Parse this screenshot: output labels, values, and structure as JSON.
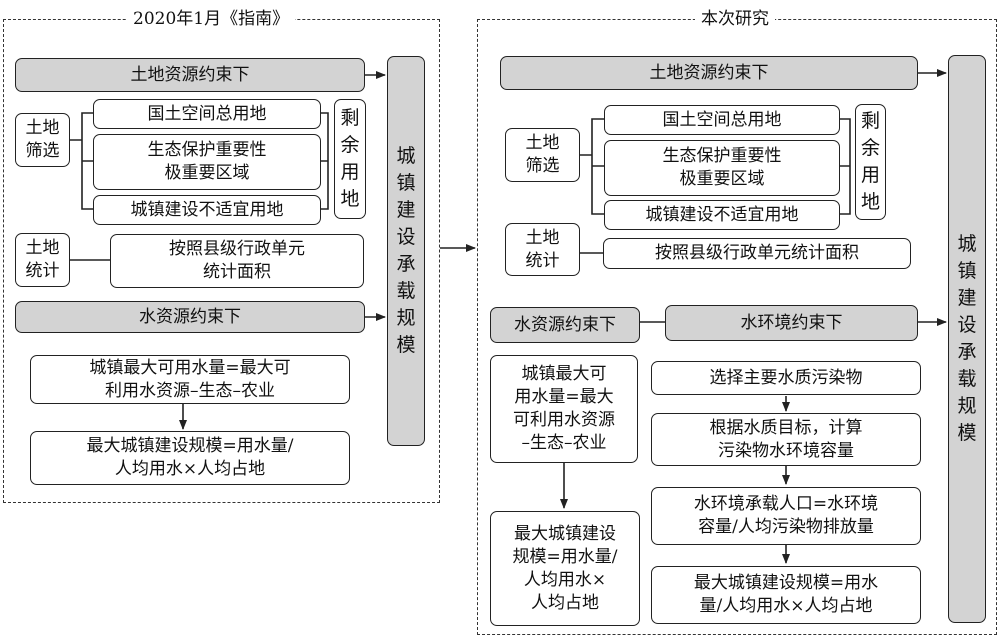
{
  "left_panel": {
    "title": "2020年1月《指南》",
    "land_constraint": "土地资源约束下",
    "land_screen": "土地\n筛选",
    "land_total": "国土空间总用地",
    "eco_area": "生态保护重要性\n极重要区域",
    "unsuitable": "城镇建设不适宜用地",
    "remaining": "剩\n余\n用\n地",
    "land_stat": "土地\n统计",
    "stat_area": "按照县级行政单元\n统计面积",
    "water_constraint": "水资源约束下",
    "max_water": "城镇最大可用水量=最大可\n利用水资源–生态–农业",
    "max_scale": "最大城镇建设规模=用水量/\n人均用水×人均占地",
    "capacity": "城\n镇\n建\n设\n承\n载\n规\n模"
  },
  "right_panel": {
    "title": "本次研究",
    "land_constraint": "土地资源约束下",
    "land_screen": "土地\n筛选",
    "land_total": "国土空间总用地",
    "eco_area": "生态保护重要性\n极重要区域",
    "unsuitable": "城镇建设不适宜用地",
    "remaining": "剩\n余\n用\n地",
    "land_stat": "土地\n统计",
    "stat_area": "按照县级行政单元统计面积",
    "water_constraint": "水资源约束下",
    "water_env_constraint": "水环境约束下",
    "max_water": "城镇最大可\n用水量=最大\n可利用水资源\n–生态–农业",
    "max_scale": "最大城镇建设\n规模=用水量/\n人均用水×\n人均占地",
    "pollutant": "选择主要水质污染物",
    "env_capacity": "根据水质目标，计算\n污染物水环境容量",
    "population": "水环境承载人口=水环境\n容量/人均污染物排放量",
    "env_max_scale": "最大城镇建设规模=用水\n量/人均用水×人均占地",
    "capacity": "城\n镇\n建\n设\n承\n载\n规\n模"
  },
  "colors": {
    "grey_fill": "#d3d3d3",
    "stroke": "#222222"
  }
}
